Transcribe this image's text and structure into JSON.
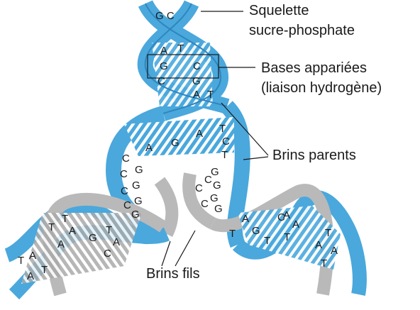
{
  "labels": {
    "backbone_line1": "Squelette",
    "backbone_line2": "sucre-phosphate",
    "paired_line1": "Bases appariées",
    "paired_line2": "(liaison hydrogène)",
    "parents": "Brins parents",
    "daughters": "Brins fils"
  },
  "bases": {
    "top_pair": "G C",
    "b1": "A",
    "b2": "T",
    "b3": "G",
    "b4": "C",
    "b5": "C",
    "b6": "G",
    "b7": "A",
    "b8": "T",
    "f1": "A",
    "f2": "G",
    "f3": "A",
    "f4": "T",
    "f5": "C",
    "f6": "T",
    "l1": "C",
    "l2": "G",
    "l3": "C",
    "l4": "G",
    "l5": "C",
    "l6": "G",
    "l7": "C",
    "l8": "G",
    "m1": "G",
    "m2": "C",
    "m3": "G",
    "m4": "C",
    "m5": "G",
    "m6": "C",
    "m7": "G",
    "ll1": "T",
    "ll2": "T",
    "ll3": "A",
    "ll4": "A",
    "ll5": "G",
    "ll6": "T",
    "ll7": "C",
    "ll8": "A",
    "ll9": "T",
    "ll10": "A",
    "ll11": "T",
    "ll12": "A",
    "r1": "A",
    "r2": "C",
    "r3": "A",
    "r4": "T",
    "r5": "G",
    "r6": "T",
    "r7": "T",
    "r8": "A",
    "r9": "T",
    "r10": "A",
    "r11": "A",
    "r12": "T"
  },
  "colors": {
    "strand_blue": "#4aa8dc",
    "strand_blue_dark": "#2f86bd",
    "strand_gray": "#b9b9b9",
    "strand_gray_dark": "#8c8c8c",
    "rung_white": "#ffffff"
  }
}
